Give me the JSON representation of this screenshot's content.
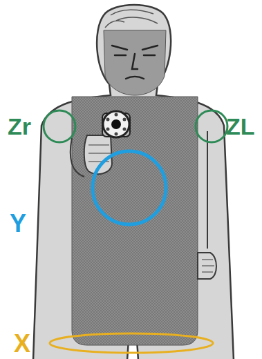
{
  "diagram": {
    "labels": [
      "Zr",
      "ZL",
      "Y",
      "X"
    ]
  }
}
